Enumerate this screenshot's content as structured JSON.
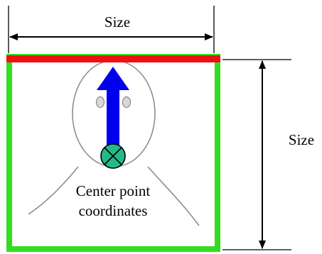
{
  "labels": {
    "top_size": "Size",
    "right_size": "Size",
    "center_line1": "Center point",
    "center_line2": "coordinates"
  },
  "colors": {
    "box_border": "#33dd22",
    "top_edge": "#ee1111",
    "direction_arrow": "#0000ee",
    "center_marker": "#22bb88",
    "face_outline": "#888888",
    "eye_fill": "#d8d8d8",
    "dimension_lines": "#000000"
  },
  "icons": {
    "center_marker": "circle-cross-icon",
    "direction_arrow": "up-arrow-icon",
    "face": "face-outline-icon"
  }
}
